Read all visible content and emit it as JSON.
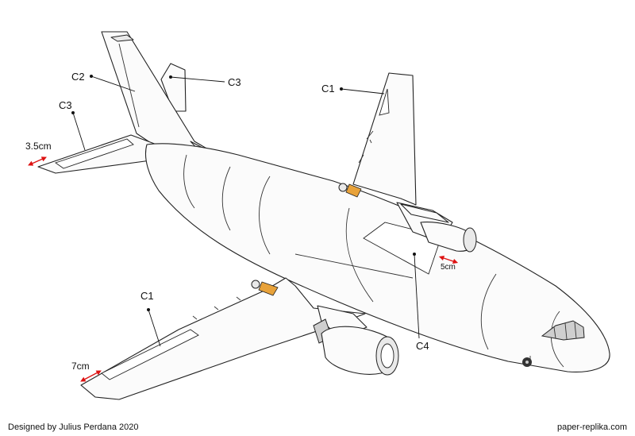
{
  "labels": {
    "c1_upper": "C1",
    "c1_lower": "C1",
    "c2": "C2",
    "c3_vstab": "C3",
    "c3_hstab": "C3",
    "c4": "C4"
  },
  "measurements": {
    "hstab_span": "3.5cm",
    "wing_tip": "7cm",
    "engine_gap": "5cm"
  },
  "footer": {
    "credit": "Designed by Julius Perdana 2020",
    "website": "paper-replika.com"
  },
  "colors": {
    "measure_arrow": "#dd1111",
    "light_accent": "#e8a23a"
  }
}
